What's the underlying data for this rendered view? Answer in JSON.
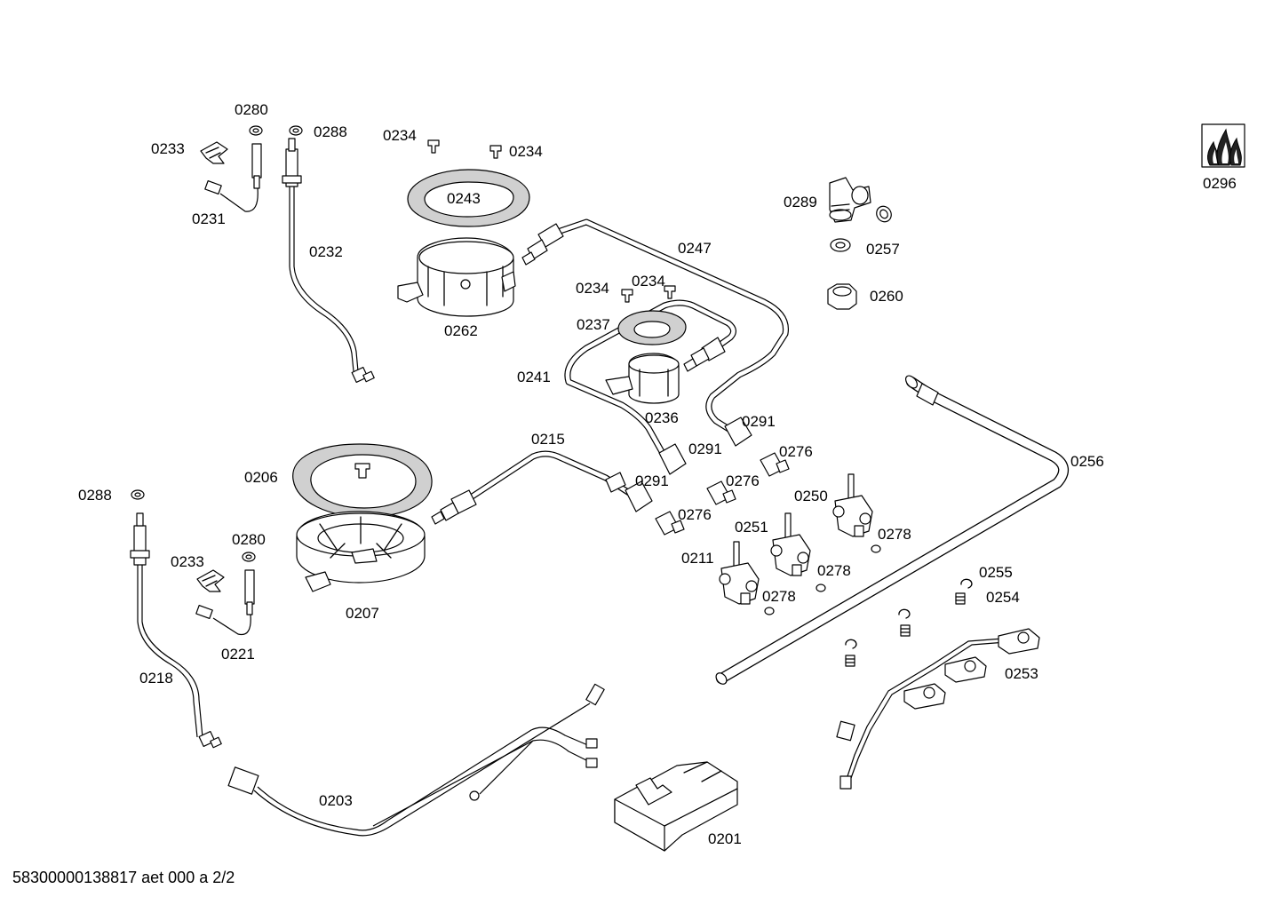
{
  "labels": {
    "p0280a": "0280",
    "p0288a": "0288",
    "p0233a": "0233",
    "p0231": "0231",
    "p0232": "0232",
    "p0234a": "0234",
    "p0234b": "0234",
    "p0243": "0243",
    "p0262": "0262",
    "p0247": "0247",
    "p0289": "0289",
    "p0257": "0257",
    "p0260": "0260",
    "p0296": "0296",
    "p0234c": "0234",
    "p0234d": "0234",
    "p0237": "0237",
    "p0241": "0241",
    "p0236": "0236",
    "p0291a": "0291",
    "p0291b": "0291",
    "p0291c": "0291",
    "p0215": "0215",
    "p0276a": "0276",
    "p0276b": "0276",
    "p0276c": "0276",
    "p0256": "0256",
    "p0206": "0206",
    "p0250": "0250",
    "p0251": "0251",
    "p0278a": "0278",
    "p0278b": "0278",
    "p0278c": "0278",
    "p0211": "0211",
    "p0288b": "0288",
    "p0280b": "0280",
    "p0233b": "0233",
    "p0207": "0207",
    "p0221": "0221",
    "p0255": "0255",
    "p0254": "0254",
    "p0253": "0253",
    "p0218": "0218",
    "p0203": "0203",
    "p0201": "0201"
  },
  "footer": "58300000138817 aet 000 a 2/2"
}
